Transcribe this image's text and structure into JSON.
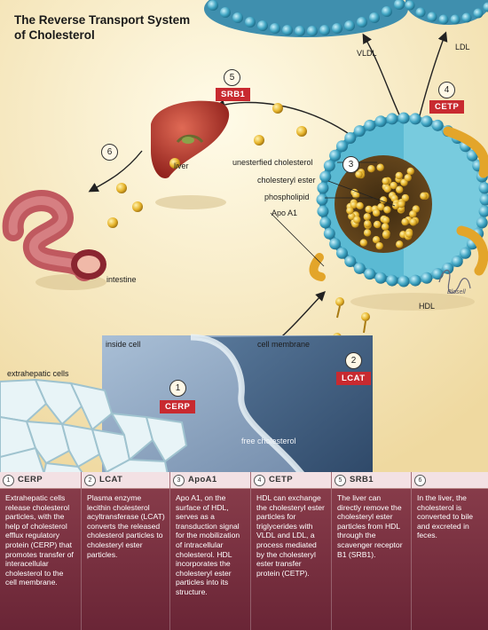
{
  "title_line1": "The Reverse Transport System",
  "title_line2": "of Cholesterol",
  "labels": {
    "vldl": "VLDL",
    "ldl": "LDL",
    "liver": "liver",
    "intestine": "intestine",
    "unesterified": "unesterfied cholesterol",
    "ester": "cholesteryl ester",
    "phospholipid": "phospholipid",
    "apoa1": "Apo A1",
    "hdl": "HDL",
    "inside_cell": "inside cell",
    "cell_membrane": "cell membrane",
    "extrahepatic": "extrahepatic cells",
    "free_cholesterol": "free cholesterol",
    "signature": "Blosell"
  },
  "steps": [
    {
      "num": "1",
      "tag": "CERP",
      "text": "Extrahepatic cells release cholesterol particles, with the help of cholesterol efflux regulatory protein (CERP) that promotes transfer of interacellular cholesterol to the cell membrane."
    },
    {
      "num": "2",
      "tag": "LCAT",
      "text": "Plasma enzyme lecithin cholesterol acyltransferase (LCAT) converts the released cholesterol particles to cholesteryl ester particles."
    },
    {
      "num": "3",
      "tag": "ApoA1",
      "text": "Apo A1, on the surface of HDL, serves as a transduction signal for the mobilization of intracellular cholesterol. HDL incorporates the cholesteryl ester particles into its structure."
    },
    {
      "num": "4",
      "tag": "CETP",
      "text": "HDL can exchange the cholesteryl ester particles for triglycerides with VLDL and LDL, a process mediated by the cholesteryl ester transfer protein (CETP)."
    },
    {
      "num": "5",
      "tag": "SRB1",
      "text": "The liver can directly remove the cholesteryl ester particles from HDL through the scavenger receptor B1 (SRB1)."
    },
    {
      "num": "6",
      "tag": "",
      "text": "In the liver, the cholesterol is converted to bile and excreted in feces."
    }
  ],
  "colors": {
    "tag_red": "#c82a30",
    "legend_bg": "#7a3040",
    "hdl_blue": "#4aa9c4",
    "cholesterol_gold": "#e0b030"
  }
}
